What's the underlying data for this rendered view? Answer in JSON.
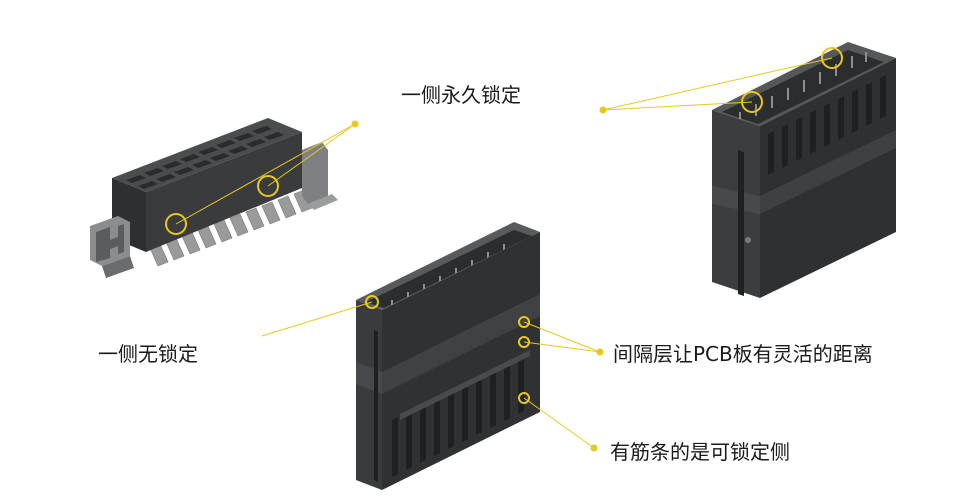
{
  "labels": {
    "one_side_permanent_lock": "一侧永久锁定",
    "one_side_no_lock": "一侧无锁定",
    "spacer_pcb_distance": "间隔层让PCB板有灵活的距离",
    "ribbed_lockable_side": "有筋条的是可锁定侧"
  },
  "colors": {
    "background": "#ffffff",
    "connector_body": "#3a3b3d",
    "connector_dark": "#2a2b2d",
    "connector_light": "#4e5053",
    "pin_metal": "#b8b8b8",
    "callout": "#e8c81e",
    "text": "#1a1a1a"
  }
}
